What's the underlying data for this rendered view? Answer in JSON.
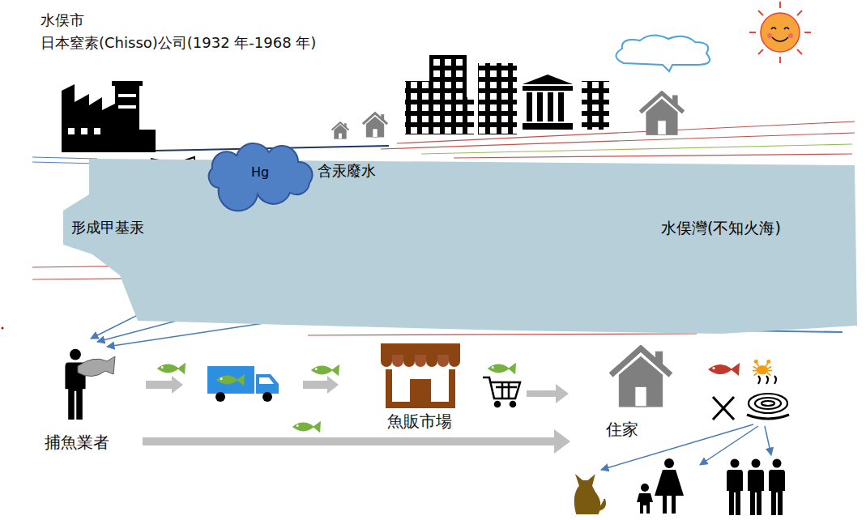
{
  "diagram": {
    "nodes": [
      {
        "text": [
          "含汞廢水",
          "形成甲基汞",
          "水俣灣(不知火海)"
        ]
      },
      {
        "text": [
          "Hg"
        ],
        "in": 0
      }
    ],
    "labels": [
      "水俣市",
      "日本窒素(Chisso)公司(1932 年-1968 年)",
      "捕魚業者",
      "魚販市場",
      "住家"
    ]
  }
}
